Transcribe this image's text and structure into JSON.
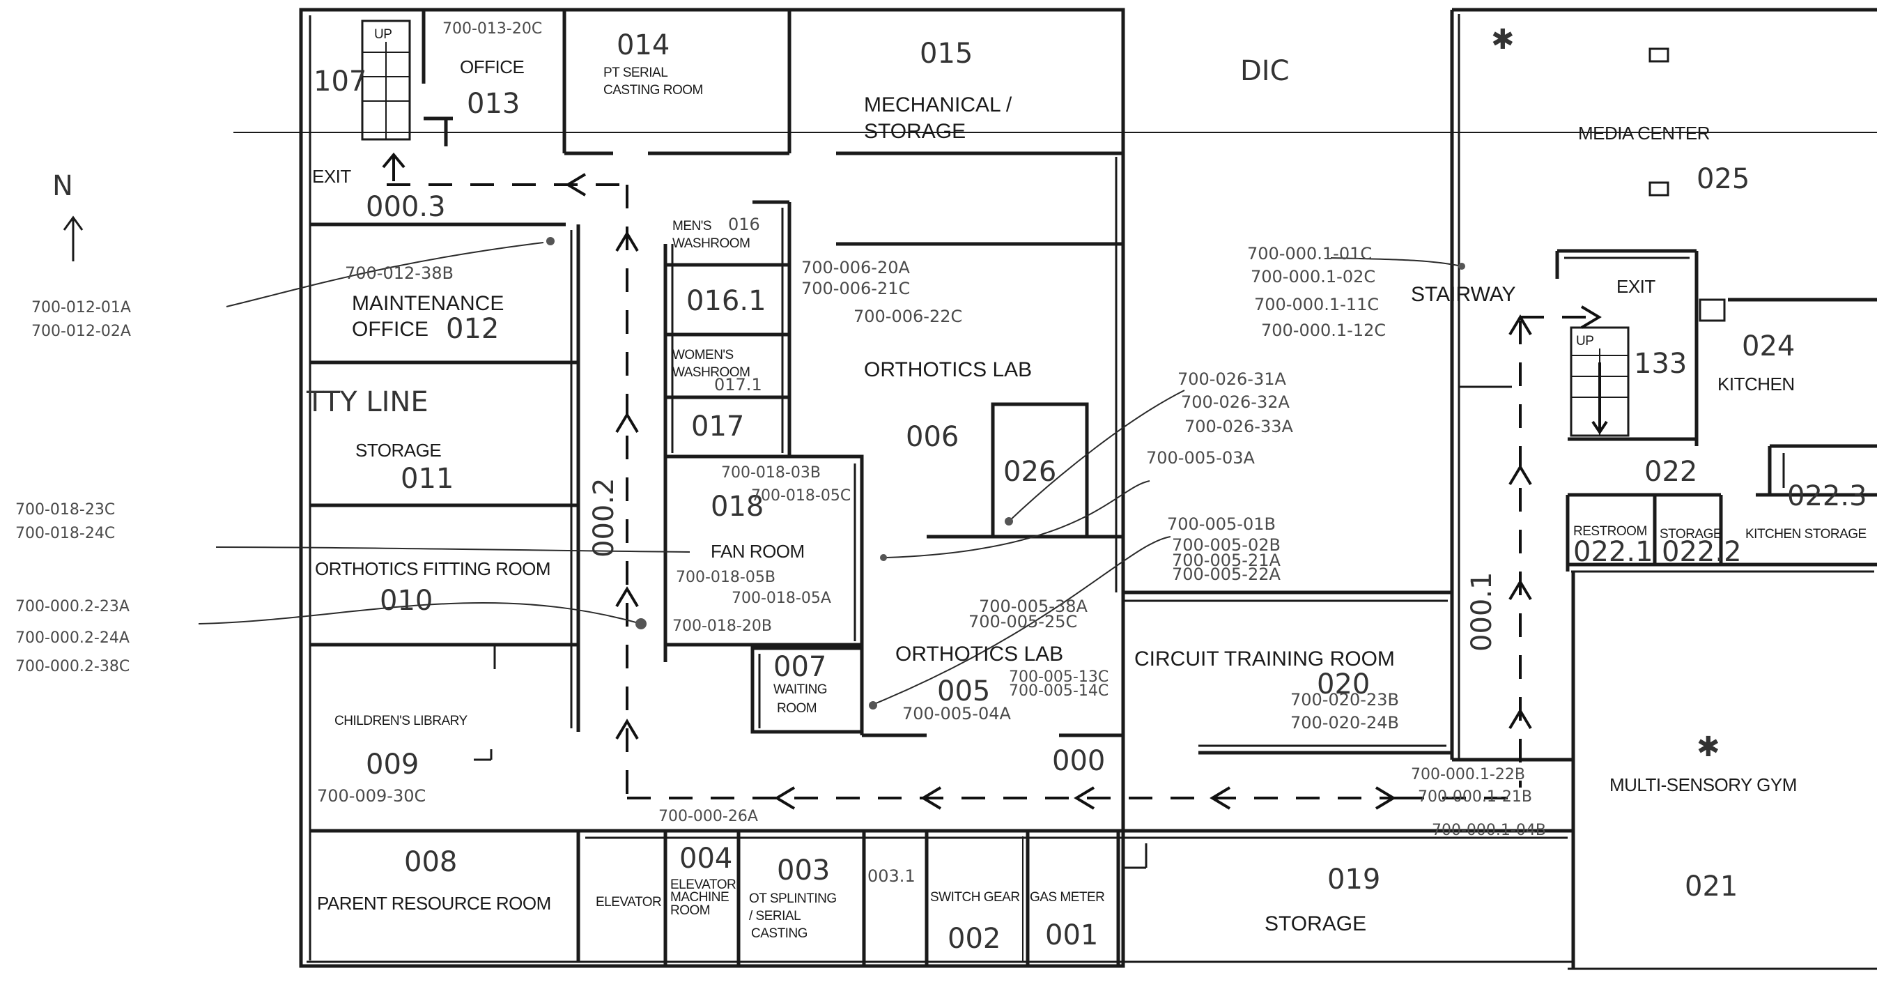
{
  "rooms": {
    "r107": "107",
    "up_stair_nw": "UP",
    "office": "OFFICE",
    "office_num": "013",
    "office_tag": "700-013-20C",
    "pt_num": "014",
    "pt_label_1": "PT SERIAL",
    "pt_label_2": "CASTING ROOM",
    "mech_num": "015",
    "mech_label_1": "MECHANICAL /",
    "mech_label_2": "STORAGE",
    "dic": "DIC",
    "media_label": "MEDIA CENTER",
    "media_num": "025",
    "exit_nw": "EXIT",
    "corridor_0003": "000.3",
    "mens_1": "MEN'S",
    "mens_2": "WASHROOM",
    "mens_num": "016",
    "r0161": "016.1",
    "womens_1": "WOMEN'S",
    "womens_2": "WASHROOM",
    "womens_num": "017.1",
    "r017": "017",
    "maint_1": "MAINTENANCE",
    "maint_2": "OFFICE",
    "maint_num": "012",
    "maint_tag": "700-012-38B",
    "storage011": "STORAGE",
    "storage011_num": "011",
    "tty": "TTY LINE",
    "ortho_lab": "ORTHOTICS LAB",
    "ortho_lab_num": "006",
    "r026": "026",
    "stairway": "STAIRWAY",
    "exit_ne": "EXIT",
    "up_stair_ne": "UP",
    "r133": "133",
    "kitchen": "KITCHEN",
    "kitchen_num": "024",
    "r022": "022",
    "r0223": "022.3",
    "restroom": "RESTROOM",
    "restroom_num": "022.1",
    "storage0222": "STORAGE",
    "storage0222_num": "022.2",
    "kitchen_storage": "KITCHEN STORAGE",
    "corridor_0002": "000.2",
    "corridor_0001": "000.1",
    "fan_num": "018",
    "fan_room": "FAN ROOM",
    "ofr": "ORTHOTICS FITTING ROOM",
    "ofr_num": "010",
    "waiting_num": "007",
    "waiting_1": "WAITING",
    "waiting_2": "ROOM",
    "ortho_lab2": "ORTHOTICS LAB",
    "ortho_lab2_num": "005",
    "circuit": "CIRCUIT TRAINING ROOM",
    "circuit_num": "020",
    "childrens": "CHILDREN'S LIBRARY",
    "childrens_num": "009",
    "childrens_tag": "700-009-30C",
    "corridor_000": "000",
    "msgym": "MULTI-SENSORY GYM",
    "msgym_num": "021",
    "parent_num": "008",
    "parent": "PARENT RESOURCE ROOM",
    "elevator": "ELEVATOR",
    "elev_mach_num": "004",
    "elev_mach_1": "ELEVATOR",
    "elev_mach_2": "MACHINE",
    "elev_mach_3": "ROOM",
    "ot_num": "003",
    "ot_1": "OT SPLINTING",
    "ot_2": "/ SERIAL",
    "ot_3": "CASTING",
    "r0031": "003.1",
    "switch_gear": "SWITCH GEAR",
    "switch_num": "002",
    "gas_meter": "GAS METER",
    "gas_num": "001",
    "storage019_num": "019",
    "storage019": "STORAGE",
    "north": "N"
  },
  "tags": {
    "t012_01a": "700-012-01A",
    "t012_02a": "700-012-02A",
    "t018_23c": "700-018-23C",
    "t018_24c": "700-018-24C",
    "t0002_23a": "700-000.2-23A",
    "t0002_24a": "700-000.2-24A",
    "t0002_38c": "700-000.2-38C",
    "t006_20a": "700-006-20A",
    "t006_21c": "700-006-21C",
    "t006_22c": "700-006-22C",
    "t0001_01c": "700-000.1-01C",
    "t0001_02c": "700-000.1-02C",
    "t0001_11c": "700-000.1-11C",
    "t0001_12c": "700-000.1-12C",
    "t026_31a": "700-026-31A",
    "t026_32a": "700-026-32A",
    "t026_33a": "700-026-33A",
    "t005_03a": "700-005-03A",
    "t005_01b": "700-005-01B",
    "t005_02b": "700-005-02B",
    "t005_21a": "700-005-21A",
    "t005_22a": "700-005-22A",
    "t018_03b": "700-018-03B",
    "t018_05c": "700-018-05C",
    "t018_05b": "700-018-05B",
    "t018_05a": "700-018-05A",
    "t018_20b": "700-018-20B",
    "t005_38a": "700-005-38A",
    "t005_25c": "700-005-25C",
    "t005_13c": "700-005-13C",
    "t005_14c": "700-005-14C",
    "t005_04a": "700-005-04A",
    "t020_23b": "700-020-23B",
    "t020_24b": "700-020-24B",
    "t0001_22b": "700-000.1-22B",
    "t0001_21b": "700-000.1-21B",
    "t0001_04b": "700-000.1-04B",
    "t000_26a": "700-000-26A"
  },
  "icons": [
    "north-arrow-icon",
    "asterisk-icon",
    "exit-arrow-icon",
    "route-arrow-icon",
    "device-dot-icon"
  ]
}
